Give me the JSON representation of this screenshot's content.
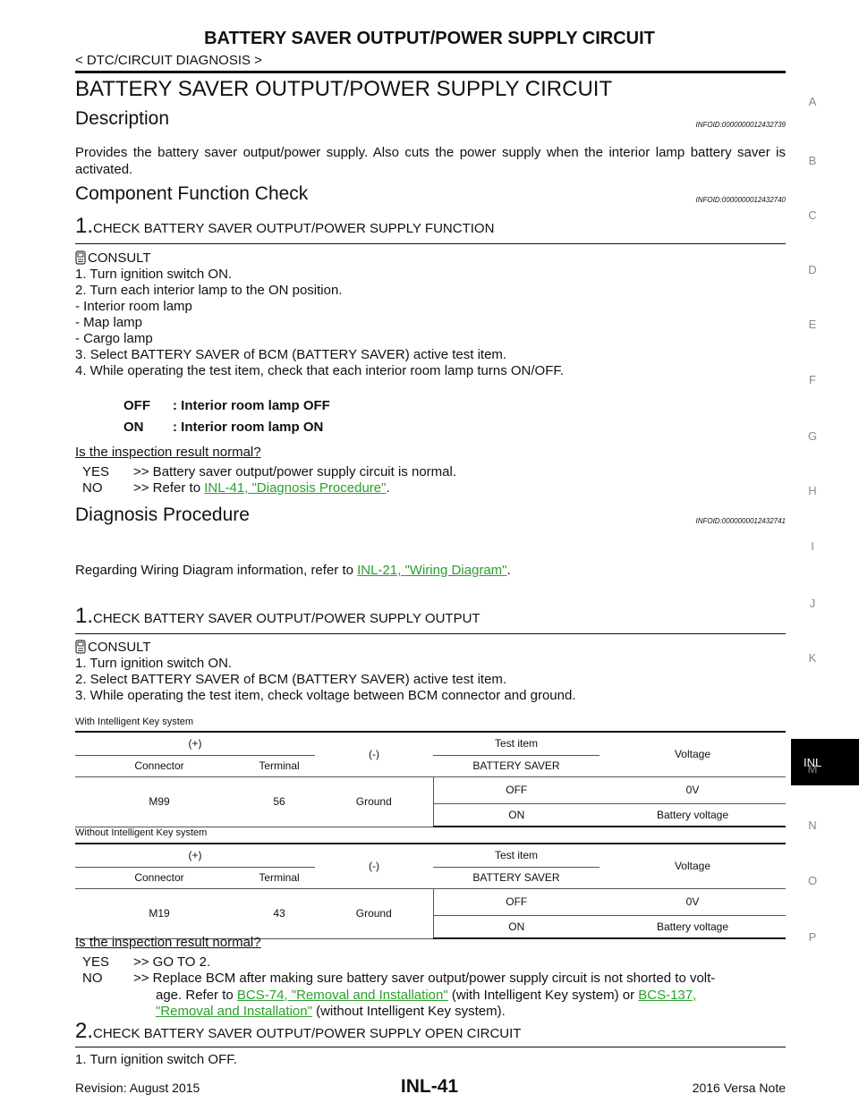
{
  "header": {
    "title": "BATTERY SAVER OUTPUT/POWER SUPPLY CIRCUIT",
    "breadcrumb": "< DTC/CIRCUIT DIAGNOSIS >"
  },
  "main_title": "BATTERY SAVER OUTPUT/POWER SUPPLY CIRCUIT",
  "description": {
    "heading": "Description",
    "infoid": "INFOID:0000000012432739",
    "text": "Provides the battery saver output/power supply. Also cuts the power supply when the interior lamp battery saver is activated."
  },
  "component_check": {
    "heading": "Component Function Check",
    "infoid": "INFOID:0000000012432740",
    "step_num": "1.",
    "step_title": "CHECK BATTERY SAVER OUTPUT/POWER SUPPLY FUNCTION",
    "consult": "CONSULT",
    "lines": [
      "1.   Turn ignition switch ON.",
      "2.   Turn each interior lamp to the ON position.",
      "-    Interior room lamp",
      "-    Map lamp",
      "-    Cargo lamp",
      "3.   Select BATTERY SAVER of BCM (BATTERY SAVER) active test item.",
      "4.   While operating the test item, check that each interior room lamp turns ON/OFF."
    ],
    "results": [
      {
        "key": "OFF",
        "value": ": Interior room lamp OFF"
      },
      {
        "key": "ON",
        "value": ": Interior room lamp ON"
      }
    ],
    "question": "Is the inspection result normal?",
    "yes_label": "YES",
    "yes_text": ">> Battery saver output/power supply circuit is normal.",
    "no_label": "NO",
    "no_prefix": ">> Refer to ",
    "no_link": "INL-41, \"Diagnosis Procedure\"",
    "no_suffix": "."
  },
  "diagnosis": {
    "heading": "Diagnosis Procedure",
    "infoid": "INFOID:0000000012432741",
    "wiring_prefix": "Regarding Wiring Diagram information, refer to ",
    "wiring_link": "INL-21, \"Wiring Diagram\"",
    "wiring_suffix": ".",
    "step1_num": "1.",
    "step1_title": "CHECK BATTERY SAVER OUTPUT/POWER SUPPLY OUTPUT",
    "consult": "CONSULT",
    "lines": [
      "1.   Turn ignition switch ON.",
      "2.   Select BATTERY SAVER of BCM (BATTERY SAVER) active test item.",
      "3.   While operating the test item, check voltage between BCM connector and ground."
    ],
    "table1_caption": "With Intelligent Key system",
    "table2_caption": "Without Intelligent Key system",
    "table_headers": {
      "plus": "(+)",
      "minus": "(-)",
      "test_item": "Test item",
      "voltage": "Voltage",
      "connector": "Connector",
      "terminal": "Terminal",
      "battery_saver": "BATTERY SAVER"
    },
    "table1": {
      "connector": "M99",
      "terminal": "56",
      "minus": "Ground",
      "rows": [
        {
          "item": "OFF",
          "voltage": "0V"
        },
        {
          "item": "ON",
          "voltage": "Battery voltage"
        }
      ]
    },
    "table2": {
      "connector": "M19",
      "terminal": "43",
      "minus": "Ground",
      "rows": [
        {
          "item": "OFF",
          "voltage": "0V"
        },
        {
          "item": "ON",
          "voltage": "Battery voltage"
        }
      ]
    },
    "question": "Is the inspection result normal?",
    "yes_label": "YES",
    "yes_text": ">> GO TO 2.",
    "no_label": "NO",
    "no_text_a": ">> Replace BCM after making sure battery saver output/power supply circuit is not shorted to volt-",
    "no_text_b1": "age.  Refer  to  ",
    "no_link1": "BCS-74,  \"Removal  and  Installation\"",
    "no_text_b2": "  (with  Intelligent  Key  system)  or  ",
    "no_link2a": "BCS-137,",
    "no_link2b": "\"Removal and Installation\"",
    "no_text_c": " (without Intelligent Key system).",
    "step2_num": "2.",
    "step2_title": "CHECK BATTERY SAVER OUTPUT/POWER SUPPLY OPEN CIRCUIT",
    "step2_line": "1.   Turn ignition switch OFF."
  },
  "sidebar": {
    "letters": [
      "A",
      "B",
      "C",
      "D",
      "E",
      "F",
      "G",
      "H",
      "I",
      "J",
      "K",
      "M",
      "N",
      "O",
      "P"
    ],
    "active_tab": "INL"
  },
  "footer": {
    "revision": "Revision: August 2015",
    "page": "INL-41",
    "model": "2016 Versa Note"
  }
}
